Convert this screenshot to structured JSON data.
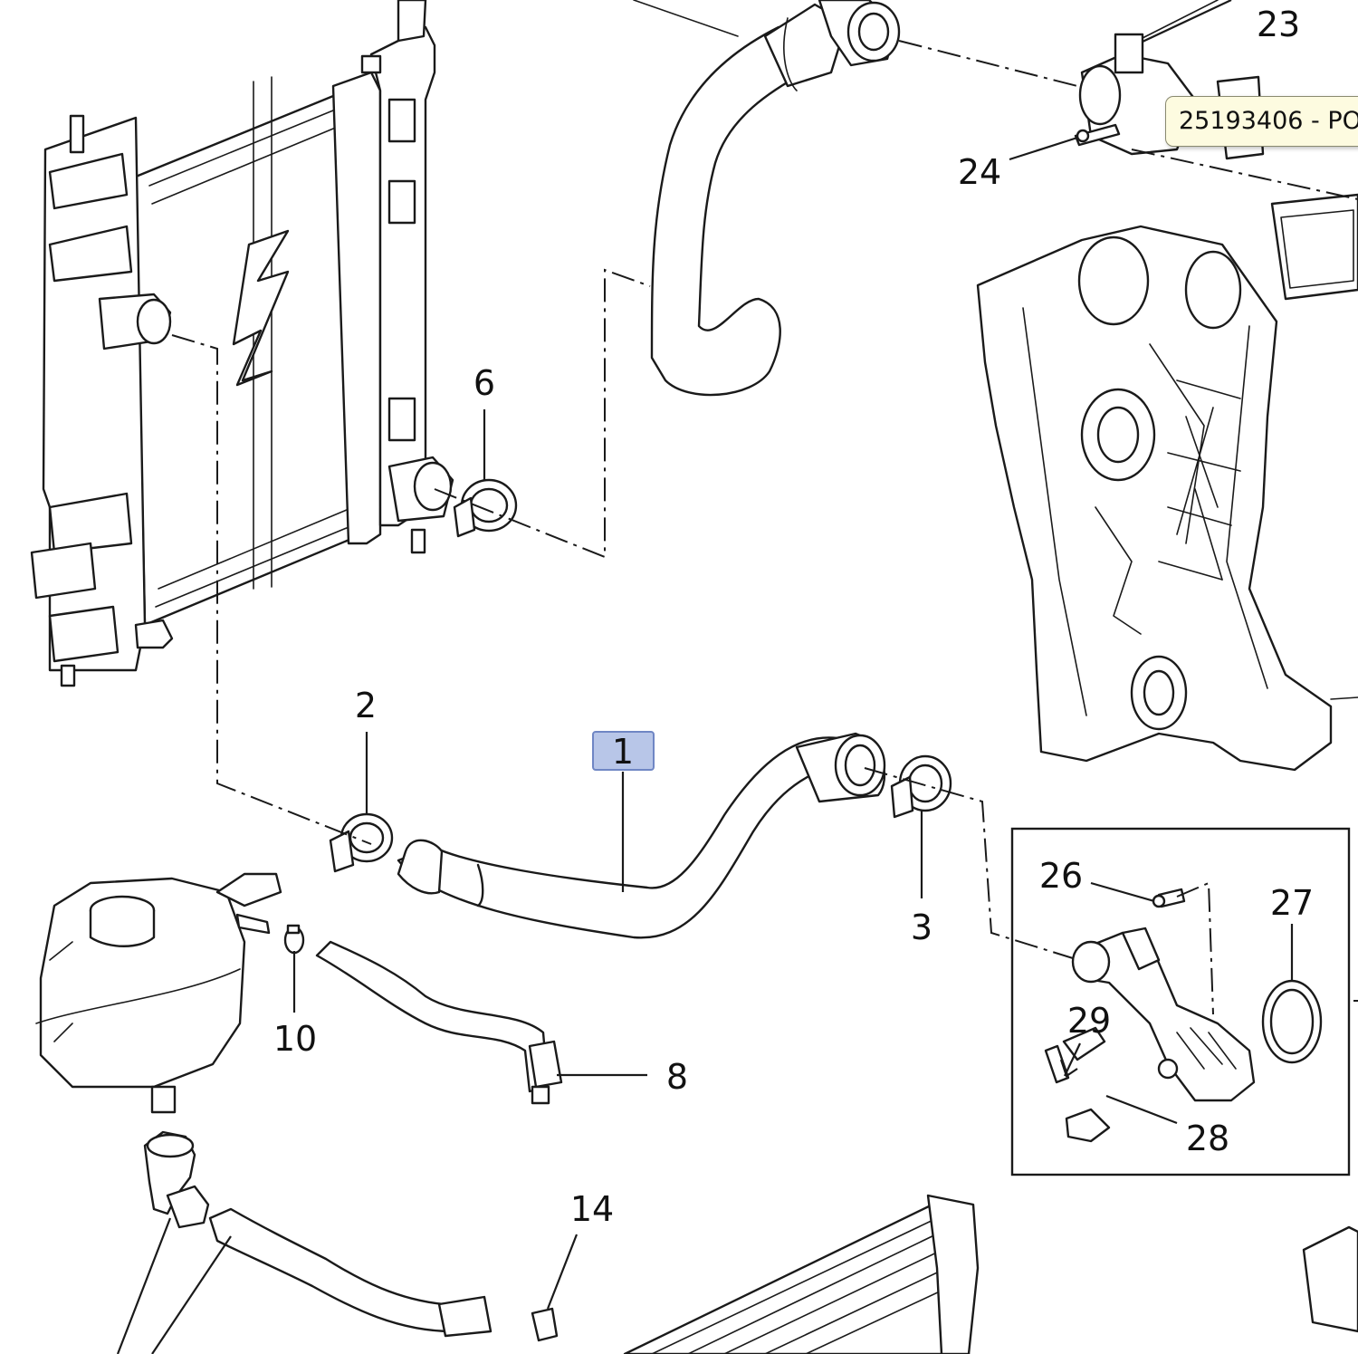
{
  "callouts": {
    "c1": "1",
    "c2": "2",
    "c3": "3",
    "c6": "6",
    "c8": "8",
    "c10": "10",
    "c14": "14",
    "c23": "23",
    "c24": "24",
    "c26": "26",
    "c27": "27",
    "c28": "28",
    "c29": "29"
  },
  "tooltip": {
    "text": "25193406 - PO"
  },
  "colors": {
    "line": "#1a1a1a",
    "highlight_fill": "#b8c6e8",
    "highlight_border": "#6f86c4",
    "tooltip_bg": "#fdfbe0"
  }
}
